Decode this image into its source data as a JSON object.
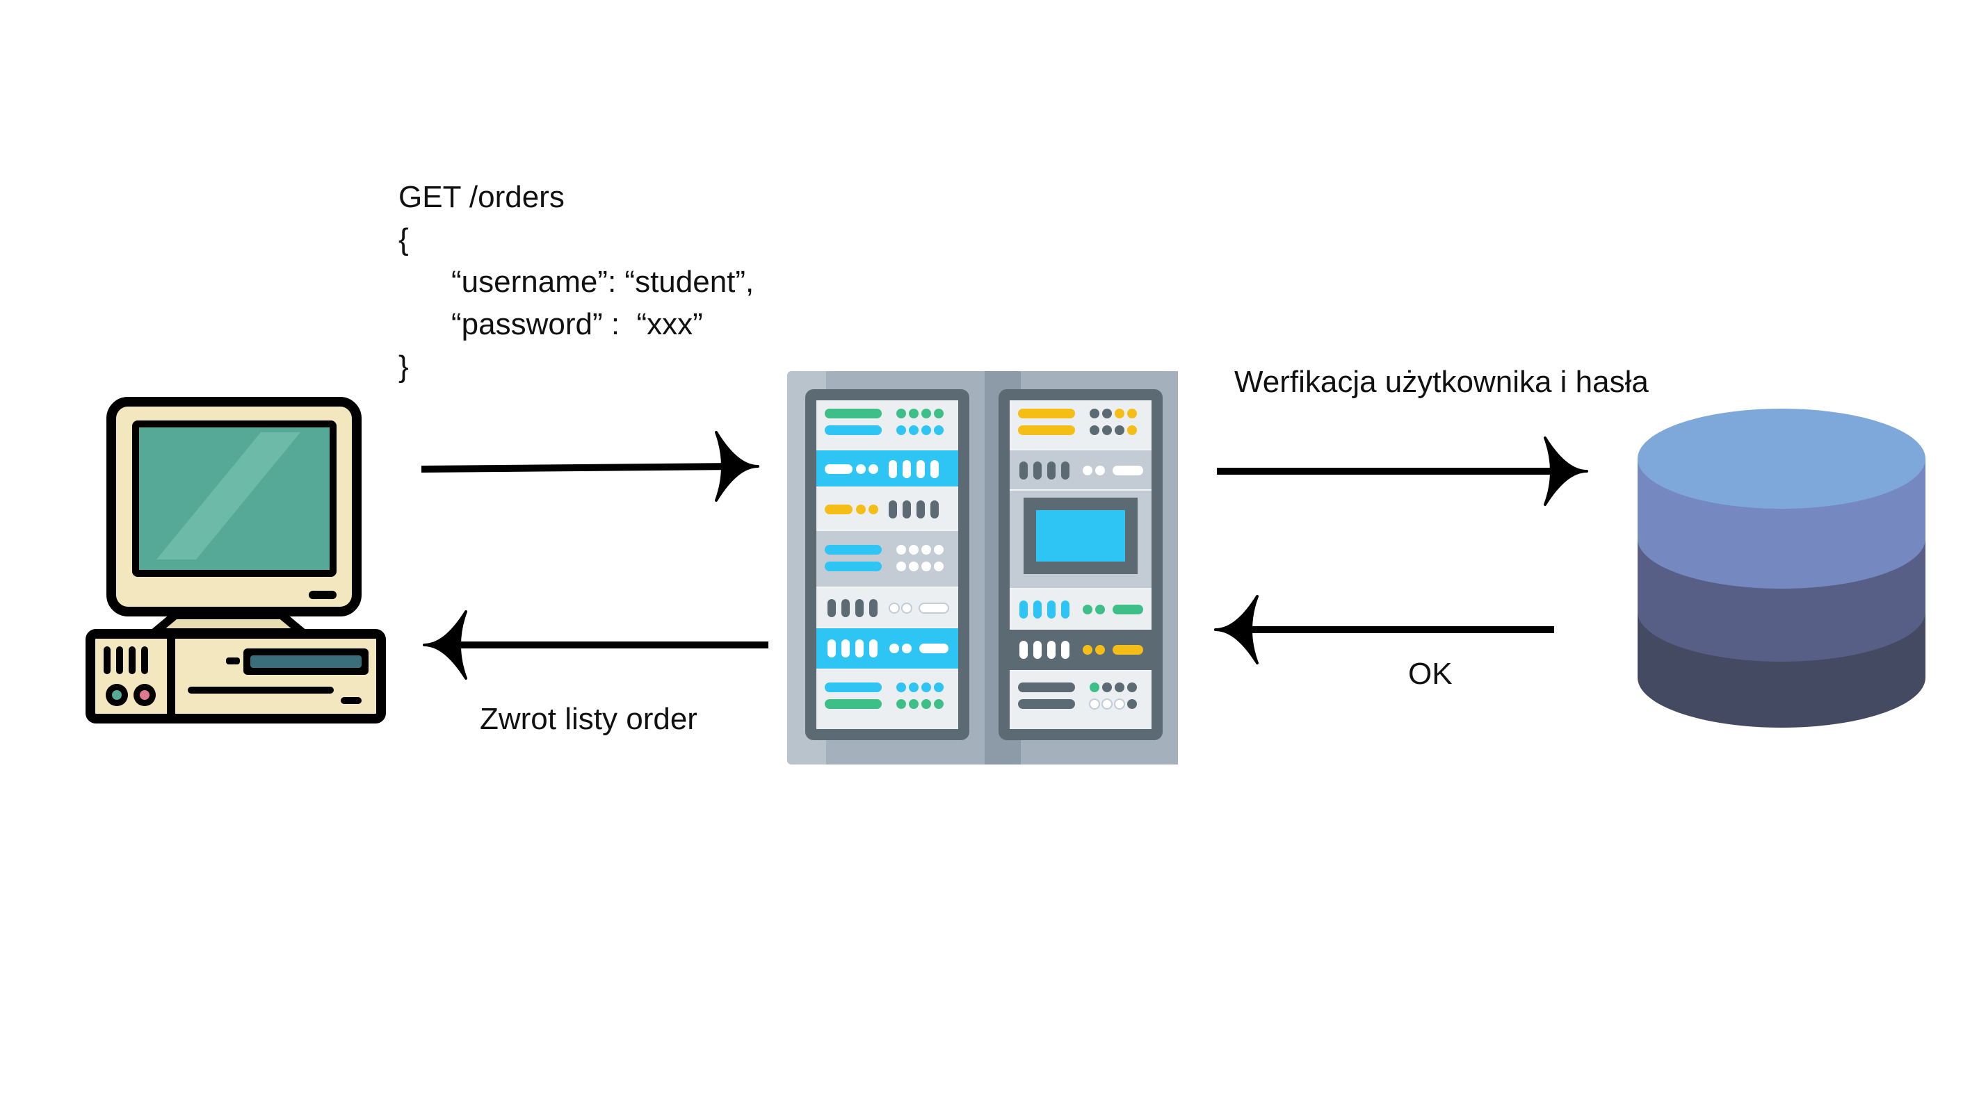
{
  "request": {
    "method_line": "GET /orders",
    "open_brace": "{",
    "username_line": "“username”: “student”,",
    "password_line": "“password” :  “xxx”",
    "close_brace": "}"
  },
  "labels": {
    "verification": "Werfikacja użytkownika i hasła",
    "ok": "OK",
    "return_list": "Zwrot listy order"
  },
  "icons": {
    "client": "desktop-computer-icon",
    "server": "server-rack-icon",
    "database": "database-icon"
  },
  "colors": {
    "arrow": "#000000",
    "monitor_screen": "#56a996",
    "monitor_body": "#f3e7c0",
    "server_frame": "#6f7c85",
    "server_accent_blue": "#2ec5f5",
    "server_accent_green": "#3dbf87",
    "server_accent_yellow": "#f5be17",
    "db_top": "#7ea8d9",
    "db_layer2": "#7589c0",
    "db_layer3": "#575f87",
    "db_bottom": "#444a61"
  }
}
